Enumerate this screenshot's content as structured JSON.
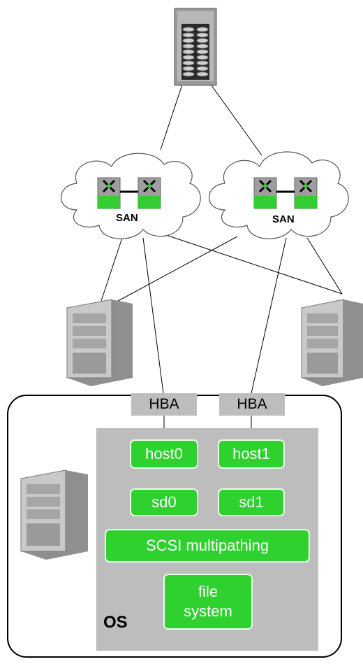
{
  "san_clouds": [
    {
      "label": "SAN"
    },
    {
      "label": "SAN"
    }
  ],
  "hbas": [
    {
      "label": "HBA"
    },
    {
      "label": "HBA"
    }
  ],
  "stack": {
    "host0": "host0",
    "host1": "host1",
    "sd0": "sd0",
    "sd1": "sd1",
    "multipath": "SCSI multipathing",
    "fs_line1": "file",
    "fs_line2": "system"
  },
  "os_label": "OS",
  "colors": {
    "component_green": "#2ed12e",
    "panel_grey": "#bdbdbd",
    "line": "#000000"
  }
}
